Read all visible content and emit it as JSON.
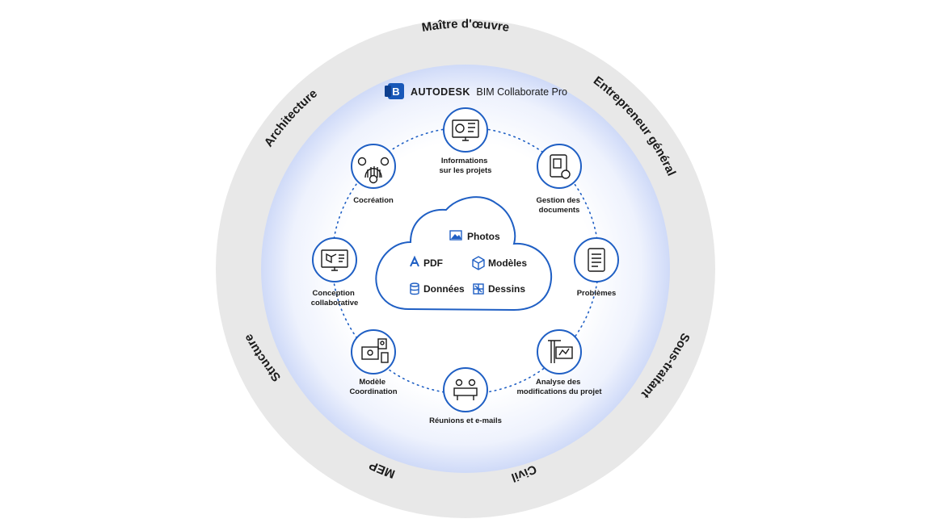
{
  "brand": {
    "logo_letter": "B",
    "company": "AUTODESK",
    "product": "BIM Collaborate Pro"
  },
  "outer_ring": {
    "top": "Maître d'œuvre",
    "top_right": "Entrepreneur général",
    "right": "Sous-traitant",
    "bottom_right": "Civil",
    "bottom_left": "MEP",
    "left": "Structure",
    "top_left": "Architecture"
  },
  "nodes": {
    "informations": [
      "Informations",
      "sur les projets"
    ],
    "gestion": [
      "Gestion des",
      "documents"
    ],
    "problemes": [
      "Problèmes"
    ],
    "analyse": [
      "Analyse des",
      "modifications du projet"
    ],
    "reunions": [
      "Réunions et e-mails"
    ],
    "modele": [
      "Modèle",
      "Coordination"
    ],
    "conception": [
      "Conception",
      "collaborative"
    ],
    "cocreation": [
      "Cocréation"
    ]
  },
  "cloud": {
    "photos": "Photos",
    "pdf": "PDF",
    "modeles": "Modèles",
    "donnees": "Données",
    "dessins": "Dessins"
  },
  "colors": {
    "outer_ring": "#e8e8e8",
    "inner_glow": "#dfe6fb",
    "accent_blue": "#1f5fc4",
    "logo_blue": "#1858b8",
    "ink": "#1a1a1a"
  }
}
